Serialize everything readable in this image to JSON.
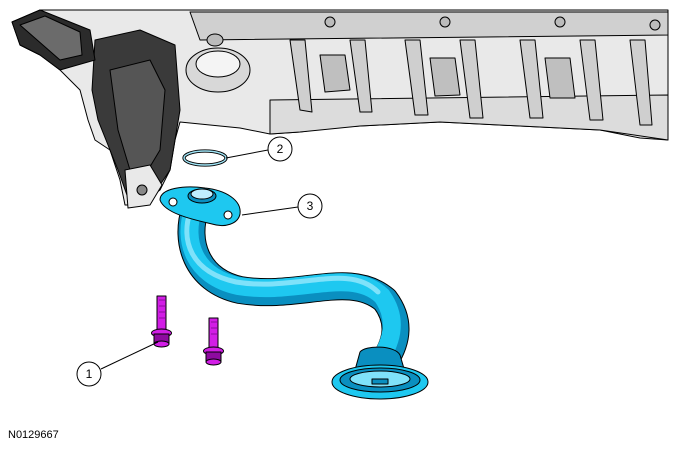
{
  "figure": {
    "id_label": "N0129667",
    "callouts": [
      {
        "number": "1",
        "part": "bolt"
      },
      {
        "number": "2",
        "part": "o-ring-gasket"
      },
      {
        "number": "3",
        "part": "oil-pump-pickup-tube"
      }
    ]
  },
  "colors": {
    "pickup_tube": "#1ec8f0",
    "pickup_tube_shadow": "#0a8fc0",
    "bolts": "#d21ee6",
    "bolts_shadow": "#8e0aa0",
    "engine_block": "#e9e9e9",
    "engine_block_shade": "#bfbfbf",
    "line": "#000000"
  }
}
